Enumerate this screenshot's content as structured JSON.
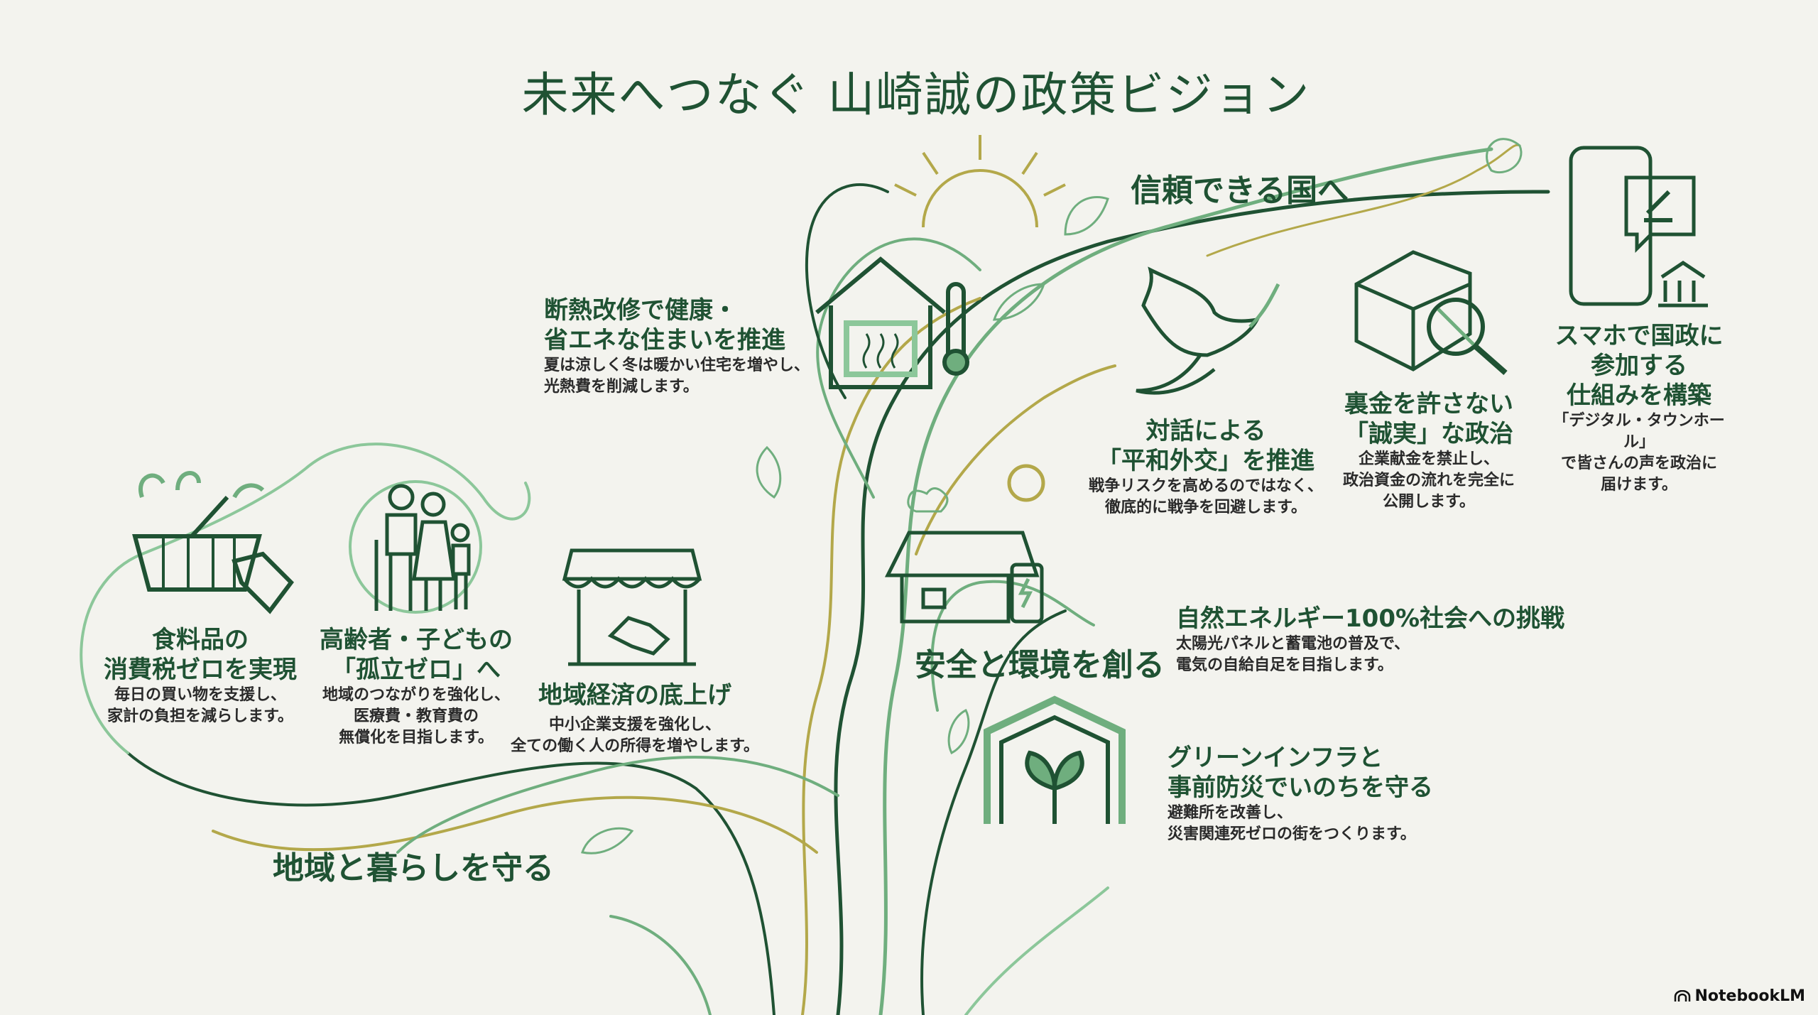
{
  "title": "未来へつなぐ 山崎誠の政策ビジョン",
  "sections": {
    "trust": "信頼できる国へ",
    "safety": "安全と環境を創る",
    "community": "地域と暮らしを守る"
  },
  "policies": {
    "housing": {
      "title": [
        "断熱改修で健康・",
        "省エネな住まいを推進"
      ],
      "desc": [
        "夏は涼しく冬は暖かい住宅を増やし、",
        "光熱費を削減します。"
      ]
    },
    "peace": {
      "title": [
        "対話による",
        "「平和外交」を推進"
      ],
      "desc": [
        "戦争リスクを高めるのではなく、",
        "徹底的に戦争を回避します。"
      ]
    },
    "honesty": {
      "title": [
        "裏金を許さない",
        "「誠実」な政治"
      ],
      "desc": [
        "企業献金を禁止し、",
        "政治資金の流れを完全に",
        "公開します。"
      ]
    },
    "digital": {
      "title": [
        "スマホで国政に",
        "参加する",
        "仕組みを構築"
      ],
      "desc": [
        "「デジタル・タウンホール」",
        "で皆さんの声を政治に",
        "届けます。"
      ]
    },
    "food": {
      "title": [
        "食料品の",
        "消費税ゼロを実現"
      ],
      "desc": [
        "毎日の買い物を支援し、",
        "家計の負担を減らします。"
      ]
    },
    "elderly": {
      "title": [
        "高齢者・子どもの",
        "「孤立ゼロ」へ"
      ],
      "desc": [
        "地域のつながりを強化し、",
        "医療費・教育費の",
        "無償化を目指します。"
      ]
    },
    "economy": {
      "title": [
        "地域経済の底上げ"
      ],
      "desc": [
        "中小企業支援を強化し、",
        "全ての働く人の所得を増やします。"
      ]
    },
    "energy": {
      "title": [
        "自然エネルギー100%社会への挑戦"
      ],
      "desc": [
        "太陽光パネルと蓄電池の普及で、",
        "電気の自給自足を目指します。"
      ]
    },
    "green": {
      "title": [
        "グリーンインフラと",
        "事前防災でいのちを守る"
      ],
      "desc": [
        "避難所を改善し、",
        "災害関連死ゼロの街をつくります。"
      ]
    }
  },
  "branding": {
    "logo": "NotebookLM"
  },
  "colors": {
    "dark_green": "#1f5233",
    "mid_green": "#5a9a6a",
    "light_green": "#8cc79a",
    "olive": "#b3a84a",
    "background": "#f3f3ee"
  }
}
